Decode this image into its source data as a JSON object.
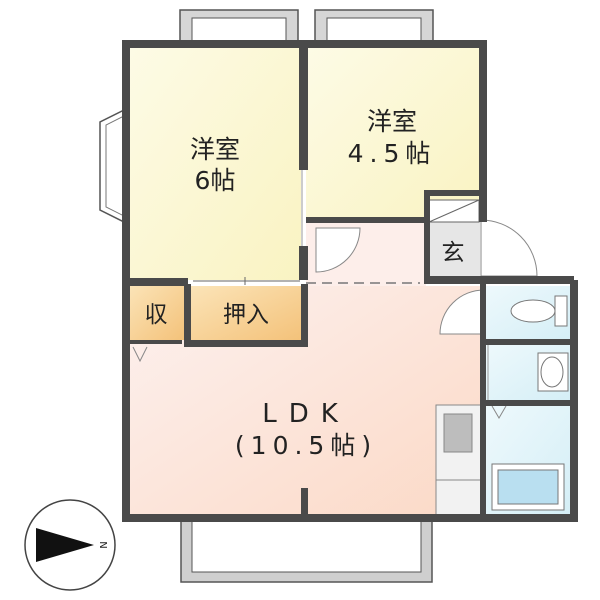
{
  "rooms": {
    "western_room_1": {
      "name": "洋室",
      "size": "6帖"
    },
    "western_room_2": {
      "name": "洋室",
      "size": "4.5帖"
    },
    "entrance": {
      "name": "玄"
    },
    "storage": {
      "name": "収"
    },
    "closet": {
      "name": "押入"
    },
    "ldk": {
      "name": "LDK",
      "size": "(10.5帖)"
    }
  },
  "compass": {
    "label": "N"
  },
  "colors": {
    "wall": "#4a4a4a",
    "room_yellow": "#fbf7cf",
    "ldk_gradient_start": "#fdeae6",
    "ldk_gradient_end": "#fde0d2",
    "wet_area": "#dff3f9",
    "storage_orange": "#f7cf8e",
    "entrance_gray": "#e2e2e2",
    "balcony_gray": "#cfcfcf"
  }
}
